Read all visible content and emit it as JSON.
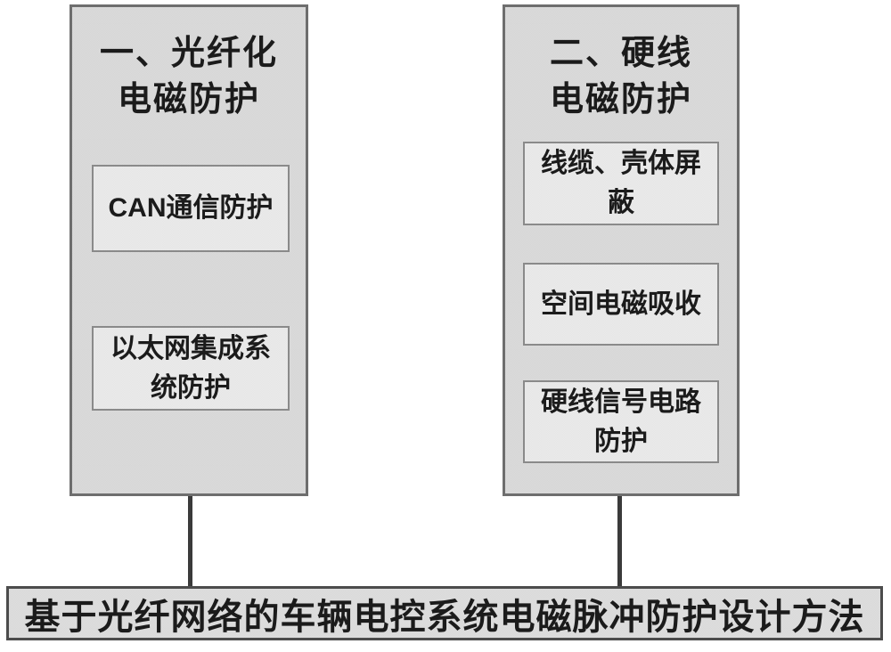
{
  "figure": {
    "type": "block-diagram",
    "background": "#ffffff",
    "colors": {
      "group_fill": "#d9d9d9",
      "group_outline": "#6e6e6e",
      "subbox_fill": "#e9e9e9",
      "subbox_outline": "#8a8a8a",
      "connector": "#3a3a3a",
      "result_fill": "#dcdcdc",
      "result_outline": "#4c4c4c",
      "text": "#1b1b1b"
    },
    "groups": [
      {
        "title": "一、光纤化\n电磁防护",
        "items": [
          {
            "label": "CAN通信防护"
          },
          {
            "label": "以太网集成系\n统防护"
          }
        ]
      },
      {
        "title": "二、硬线\n电磁防护",
        "items": [
          {
            "label": "线缆、壳体屏\n蔽"
          },
          {
            "label": "空间电磁吸收"
          },
          {
            "label": "硬线信号电路\n防护"
          }
        ]
      }
    ],
    "result": {
      "label": "基于光纤网络的车辆电控系统电磁脉冲防护设计方法"
    }
  }
}
